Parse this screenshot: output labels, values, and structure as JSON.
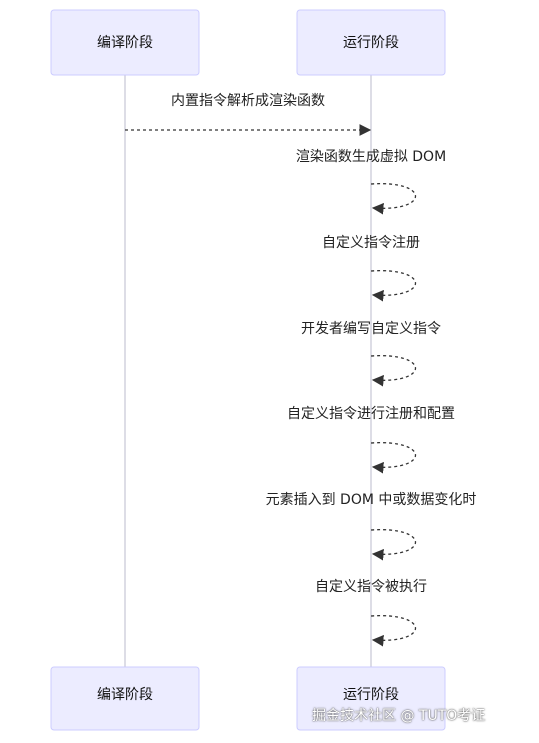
{
  "actors": [
    {
      "id": "compile",
      "label": "编译阶段"
    },
    {
      "id": "runtime",
      "label": "运行阶段"
    }
  ],
  "messages": [
    {
      "from": "compile",
      "to": "runtime",
      "label": "内置指令解析成渲染函数"
    },
    {
      "from": "runtime",
      "to": "runtime",
      "label": "渲染函数生成虚拟 DOM"
    },
    {
      "from": "runtime",
      "to": "runtime",
      "label": "自定义指令注册"
    },
    {
      "from": "runtime",
      "to": "runtime",
      "label": "开发者编写自定义指令"
    },
    {
      "from": "runtime",
      "to": "runtime",
      "label": "自定义指令进行注册和配置"
    },
    {
      "from": "runtime",
      "to": "runtime",
      "label": "元素插入到 DOM 中或数据变化时"
    },
    {
      "from": "runtime",
      "to": "runtime",
      "label": "自定义指令被执行"
    }
  ],
  "watermark": "掘金技术社区 @ TUTO考证",
  "colors": {
    "actor_fill": "#ECECFF",
    "actor_stroke": "#CCCCFF",
    "lifeline": "#BBBBCC",
    "arrow": "#333333"
  }
}
